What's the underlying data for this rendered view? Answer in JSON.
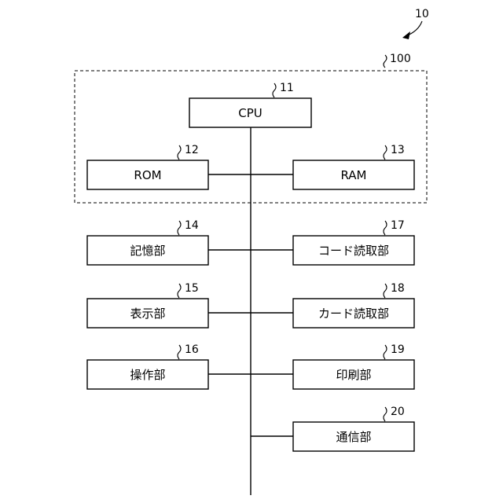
{
  "figure": {
    "number": "10",
    "group_ref": "100"
  },
  "components": [
    {
      "id": "cpu",
      "label": "CPU",
      "ref": "11"
    },
    {
      "id": "rom",
      "label": "ROM",
      "ref": "12"
    },
    {
      "id": "ram",
      "label": "RAM",
      "ref": "13"
    },
    {
      "id": "memory",
      "label": "記憶部",
      "ref": "14"
    },
    {
      "id": "display",
      "label": "表示部",
      "ref": "15"
    },
    {
      "id": "input",
      "label": "操作部",
      "ref": "16"
    },
    {
      "id": "code-reader",
      "label": "コード読取部",
      "ref": "17"
    },
    {
      "id": "card-reader",
      "label": "カード読取部",
      "ref": "18"
    },
    {
      "id": "printer",
      "label": "印刷部",
      "ref": "19"
    },
    {
      "id": "comm",
      "label": "通信部",
      "ref": "20"
    }
  ]
}
